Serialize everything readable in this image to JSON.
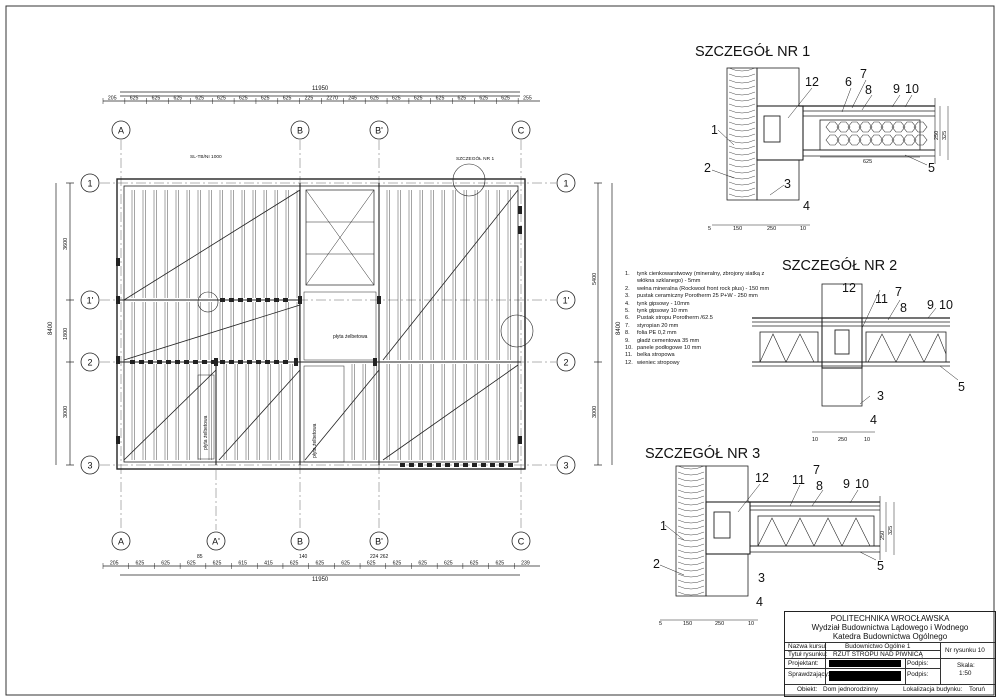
{
  "plan": {
    "grid_cols_top": [
      "A",
      "B",
      "B'",
      "C"
    ],
    "grid_cols_bottom": [
      "A",
      "A'",
      "B",
      "B'",
      "C"
    ],
    "grid_rows_left": [
      "1",
      "1'",
      "2",
      "3"
    ],
    "grid_rows_right": [
      "1",
      "1'",
      "2",
      "3"
    ],
    "overall_top": "11950",
    "overall_bottom": "11950",
    "top_small_dims": [
      "205",
      "625",
      "625",
      "625",
      "625",
      "625",
      "625",
      "625",
      "625",
      "225",
      "2270",
      "245",
      "625",
      "625",
      "625",
      "625",
      "625",
      "625",
      "625",
      "255"
    ],
    "bottom_small_dims": [
      "205",
      "625",
      "625",
      "625",
      "625",
      "615",
      "415",
      "625",
      "625",
      "625",
      "625",
      "625",
      "625",
      "625",
      "625",
      "625",
      "239"
    ],
    "bottom_mid_dims": [
      "85",
      "140",
      "224",
      "262"
    ],
    "left_dims": [
      "3600",
      "1800",
      "3000"
    ],
    "left_total": "8400",
    "right_dims": [
      "5400",
      "3000"
    ],
    "right_total": "8400",
    "labels": {
      "section": "SL-TB/NI 1000",
      "detail_callout": "SZCZEGÓŁ NR 1",
      "slab": "płyta żelbetowa",
      "slab_thick_1": "płyta żelbetowa",
      "slab_thick_2": "płyta żelbetowa"
    }
  },
  "details": [
    {
      "title": "SZCZEGÓŁ NR 1",
      "numbers": [
        "12",
        "6",
        "7",
        "8",
        "9",
        "10",
        "1",
        "2",
        "3",
        "4",
        "5"
      ],
      "dims_bottom": [
        "5",
        "150",
        "250",
        "10"
      ],
      "dims_side": [
        "250",
        "325"
      ],
      "dim_mid": "625"
    },
    {
      "title": "SZCZEGÓŁ NR 2",
      "numbers": [
        "12",
        "11",
        "7",
        "8",
        "9",
        "10",
        "5",
        "3",
        "4"
      ],
      "dims_bottom": [
        "10",
        "250",
        "10"
      ]
    },
    {
      "title": "SZCZEGÓŁ NR 3",
      "numbers": [
        "12",
        "11",
        "7",
        "8",
        "9",
        "10",
        "1",
        "2",
        "3",
        "4",
        "5"
      ],
      "dims_bottom": [
        "5",
        "150",
        "250",
        "10"
      ],
      "dims_side": [
        "250",
        "325"
      ]
    }
  ],
  "legend": [
    {
      "n": "1.",
      "t": "tynk cienkowarstwowy (mineralny, zbrojony siatką z włókna szklanego) - 5mm"
    },
    {
      "n": "2.",
      "t": "wełna mineralna (Rockwool front rock plus) - 150 mm"
    },
    {
      "n": "3.",
      "t": "pustak ceramiczny Porotherm 25 P+W - 250 mm"
    },
    {
      "n": "4.",
      "t": "tynk gipsowy - 10mm"
    },
    {
      "n": "5.",
      "t": "tynk gipsowy 10 mm"
    },
    {
      "n": "6.",
      "t": "Pustak stropu Porotherm /62.5"
    },
    {
      "n": "7.",
      "t": "styropian 20 mm"
    },
    {
      "n": "8.",
      "t": "folia PE 0,2 mm"
    },
    {
      "n": "9.",
      "t": "gładź cementowa 35 mm"
    },
    {
      "n": "10.",
      "t": "panele podłogowe 10 mm"
    },
    {
      "n": "11.",
      "t": "belka stropowa"
    },
    {
      "n": "12.",
      "t": "wieniec stropowy"
    }
  ],
  "title_block": {
    "uni": "POLITECHNIKA WROCŁAWSKA",
    "faculty": "Wydział Budownictwa Lądowego i Wodnego",
    "dept": "Katedra Budownictwa Ogólnego",
    "course_label": "Nazwa kursu:",
    "course": "Budownictwo Ogólne 1",
    "title_label": "Tytuł rysunku:",
    "title": "RZUT STROPU NAD PIWNICĄ",
    "drawing_no": "Nr rysunku 10",
    "designer_label": "Projektant:",
    "checker_label": "Sprawdzający:",
    "signature_label": "Podpis:",
    "scale_label": "Skala:",
    "scale": "1:50",
    "object_label": "Obiekt:",
    "object": "Dom jednorodzinny",
    "location_label": "Lokalizacja budynku:",
    "location": "Toruń"
  }
}
